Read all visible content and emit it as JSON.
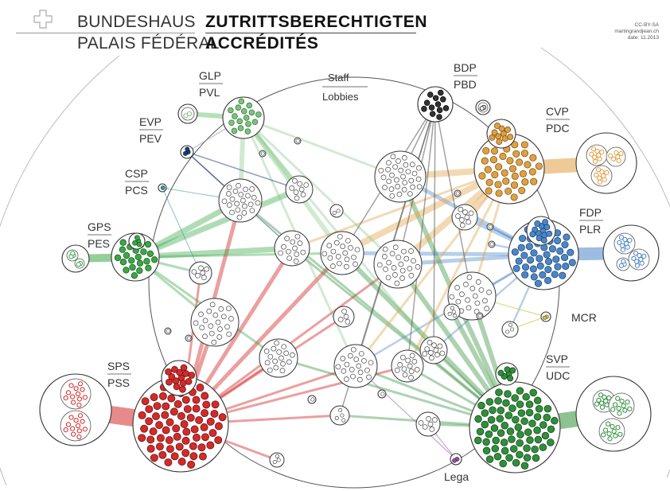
{
  "header": {
    "line1_light": "BUNDESHAUS",
    "line1_bold": "ZUTRITTSBERECHTIGTEN",
    "line2_light": "PALAIS FÉDÉRAL",
    "line2_bold": "ACCRÉDITÉS",
    "credit_license": "CC-BY-SA",
    "credit_site": "martingrandjean.ch",
    "credit_date": "date: 11.2013"
  },
  "colors": {
    "SPS": "#d42a2a",
    "SVP": "#2f8f3a",
    "FDP": "#4a86c8",
    "CVP": "#e0a040",
    "GPS": "#3aa845",
    "GLP": "#7cc47e",
    "BDP": "#333333",
    "EVP": "#1d3f7a",
    "CSP": "#3a9aa0",
    "Lega": "#9b4fa8",
    "MCR": "#c8c830"
  },
  "parties": [
    {
      "id": "sps",
      "upper": "SPS",
      "lower": "PSS",
      "color": "#d42a2a"
    },
    {
      "id": "svp",
      "upper": "SVP",
      "lower": "UDC",
      "color": "#2f8f3a"
    },
    {
      "id": "fdp",
      "upper": "FDP",
      "lower": "PLR",
      "color": "#4a86c8"
    },
    {
      "id": "cvp",
      "upper": "CVP",
      "lower": "PDC",
      "color": "#e0a040"
    },
    {
      "id": "gps",
      "upper": "GPS",
      "lower": "PES",
      "color": "#3aa845"
    },
    {
      "id": "glp",
      "upper": "GLP",
      "lower": "PVL",
      "color": "#7cc47e"
    },
    {
      "id": "bdp",
      "upper": "BDP",
      "lower": "PBD",
      "color": "#333333"
    },
    {
      "id": "evp",
      "upper": "EVP",
      "lower": "PEV",
      "color": "#1d3f7a"
    },
    {
      "id": "csp",
      "upper": "CSP",
      "lower": "PCS",
      "color": "#3a9aa0"
    },
    {
      "id": "mcr",
      "upper": "MCR",
      "lower": "",
      "color": "#c8c830"
    },
    {
      "id": "lega",
      "upper": "Lega",
      "lower": "",
      "color": "#9b4fa8"
    }
  ],
  "center": {
    "upper": "Staff",
    "lower": "Lobbies"
  }
}
